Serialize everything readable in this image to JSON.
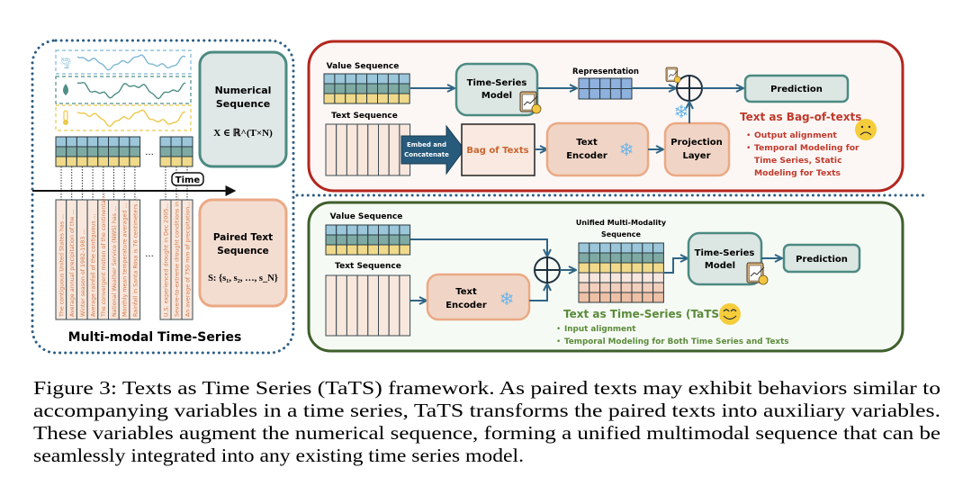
{
  "left_panel": {
    "numerical_title_1": "Numerical",
    "numerical_title_2": "Sequence",
    "numerical_formula": "X ∈ ℝ^(T×N)",
    "time_label": "Time",
    "ellipsis": "...",
    "paired_title_1": "Paired Text",
    "paired_title_2": "Sequence",
    "paired_formula": "S: {s₁, s₂, …, s_N}",
    "caption": "Multi-modal Time-Series",
    "text_strips": [
      "The contiguous United States has ...",
      "Average annual precipitation of the ...",
      "Winter season of 1982-1983 ...",
      "Average rainfall of the contiguous ...",
      "The convergent motion of the continental...",
      "National Weather Service (NWS) has ...",
      "Monthly mean temperature averaged ...",
      "Rainfall in Santa Rosa is 76 centimeters ..."
    ],
    "text_strips_tail": [
      "U.S. experienced drought in Dec 2005...",
      "Severe-to-extreme drought conditions in ...",
      "An average of 750 mm of precipitation..."
    ],
    "icons": [
      "tornado-icon",
      "water-drop-icon",
      "thermometer-icon"
    ],
    "series_colors": [
      "#7fb8d6",
      "#4f8f86",
      "#ecc94b"
    ]
  },
  "top_panel": {
    "value_sequence": "Value Sequence",
    "text_sequence": "Text Sequence",
    "ts_model_1": "Time-Series",
    "ts_model_2": "Model",
    "representation": "Representation",
    "prediction": "Prediction",
    "embed_1": "Embed and",
    "embed_2": "Concatenate",
    "bag_of_texts": "Bag of Texts",
    "text_encoder_1": "Text",
    "text_encoder_2": "Encoder",
    "projection_1": "Projection",
    "projection_2": "Layer",
    "heading": "Text as Bag-of-texts",
    "bullets": [
      "Output alignment",
      "Temporal Modeling for",
      "Time Series, Static",
      "Modeling for Texts"
    ],
    "border_color": "#b3261e"
  },
  "bottom_panel": {
    "value_sequence": "Value Sequence",
    "text_sequence": "Text Sequence",
    "text_encoder_1": "Text",
    "text_encoder_2": "Encoder",
    "unified_1": "Unified Multi-Modality",
    "unified_2": "Sequence",
    "ts_model_1": "Time-Series",
    "ts_model_2": "Model",
    "prediction": "Prediction",
    "heading": "Text as Time-Series (TaTS)",
    "bullets": [
      "Input alignment",
      "Temporal Modeling for Both Time Series and Texts"
    ],
    "border_color": "#3e5f2b"
  },
  "figure_caption": [
    "Figure 3: Texts as Time Series (TaTS) framework. As paired texts may exhibit behaviors similar to",
    "accompanying variables in a time series, TaTS transforms the paired texts into auxiliary variables.",
    "These variables augment the numerical sequence, forming a unified multimodal sequence that can be",
    "seamlessly integrated into any existing time series model."
  ]
}
